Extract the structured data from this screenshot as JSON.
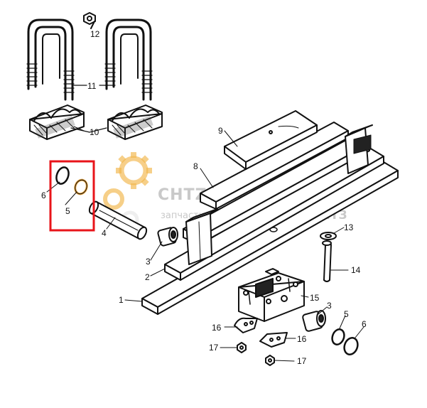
{
  "watermark": {
    "site": "CHTZ-PARTS.RU",
    "tagline": "запчасти к тракторам",
    "brand": "МТЗ"
  },
  "labels": {
    "p1": "1",
    "p2": "2",
    "p3a": "3",
    "p3b": "3",
    "p4": "4",
    "p5a": "5",
    "p5b": "5",
    "p6a": "6",
    "p6b": "6",
    "p8": "8",
    "p9": "9",
    "p10": "10",
    "p11": "11",
    "p12": "12",
    "p13": "13",
    "p14": "14",
    "p15": "15",
    "p16a": "16",
    "p16b": "16",
    "p17a": "17",
    "p17b": "17"
  },
  "colors": {
    "highlight": "#e8141a",
    "ink": "#111111",
    "gear": "#f0b040",
    "watermark": "#c9c9c9"
  }
}
